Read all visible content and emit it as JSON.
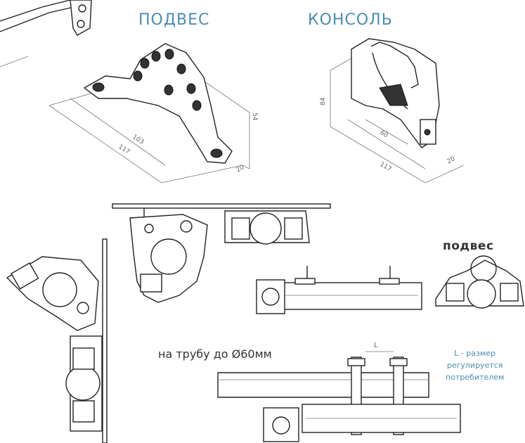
{
  "labels": {
    "suspension_title": "ПОДВЕС",
    "console_title": "КОНСОЛЬ",
    "suspension_label": "подвес",
    "pipe_label": "на трубу до Ø60мм",
    "note_line1": "L - размер",
    "note_line2": "регулируется",
    "note_line3": "потребителем",
    "L_marker": "L"
  },
  "dimensions": {
    "suspension_length_inner": "103",
    "suspension_length_outer": "117",
    "suspension_height": "54",
    "suspension_thickness": "20",
    "console_height": "84",
    "console_inner": "60",
    "console_length": "117",
    "console_thickness": "20"
  },
  "colors": {
    "accent_blue": "#4a8db5",
    "line_dark": "#222222",
    "text_dark": "#333333"
  }
}
